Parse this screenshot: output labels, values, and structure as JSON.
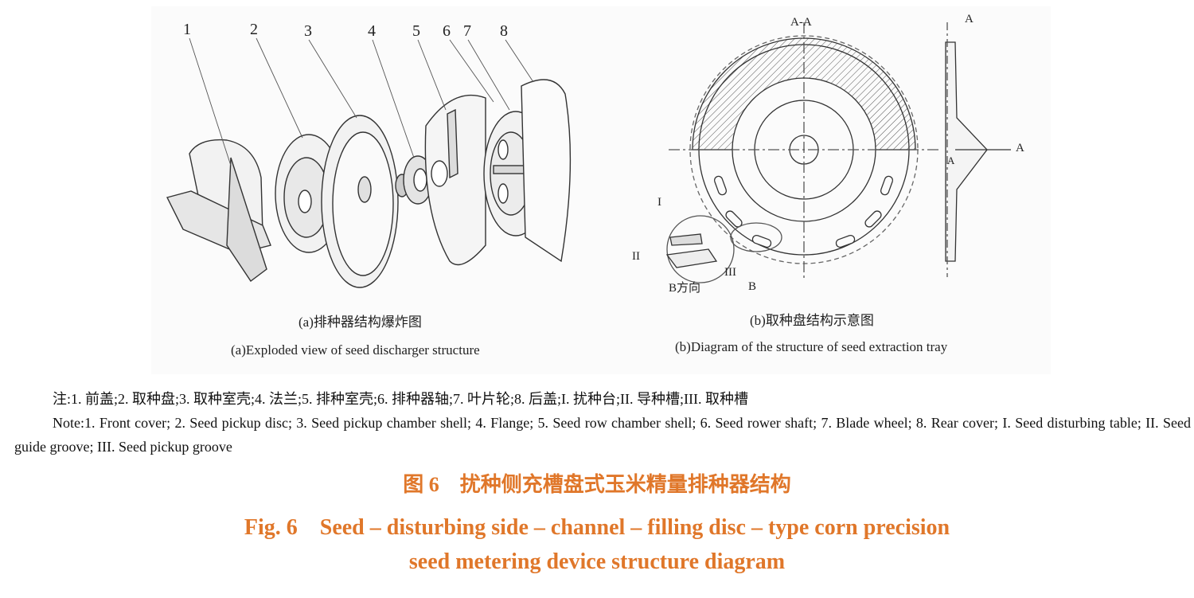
{
  "panel_a": {
    "part_numbers": [
      "1",
      "2",
      "3",
      "4",
      "5",
      "6",
      "7",
      "8"
    ],
    "caption_zh": "(a)排种器结构爆炸图",
    "caption_en": "(a)Exploded view of seed discharger structure"
  },
  "panel_b": {
    "section_label_top": "A-A",
    "section_label_side_top": "A",
    "section_label_side_right": "A",
    "section_label_side_small": "A",
    "detail_labels": [
      "I",
      "II",
      "III"
    ],
    "direction_label": "B方向",
    "view_label": "B",
    "caption_zh": "(b)取种盘结构示意图",
    "caption_en": "(b)Diagram of the structure of seed extraction tray"
  },
  "note_zh": "注:1. 前盖;2. 取种盘;3. 取种室壳;4. 法兰;5. 排种室壳;6. 排种器轴;7. 叶片轮;8. 后盖;I. 扰种台;II. 导种槽;III. 取种槽",
  "note_en": "Note:1. Front cover; 2. Seed pickup disc; 3. Seed pickup chamber shell; 4. Flange; 5. Seed row chamber shell; 6. Seed rower shaft; 7. Blade wheel; 8. Rear cover; I. Seed disturbing table; II. Seed guide groove; III. Seed pickup groove",
  "caption": {
    "zh": "图 6　扰种侧充槽盘式玉米精量排种器结构",
    "en_line1": "Fig. 6　Seed – disturbing side – channel – filling disc – type corn precision",
    "en_line2": "seed metering device structure diagram"
  },
  "colors": {
    "caption": "#e0772a"
  }
}
